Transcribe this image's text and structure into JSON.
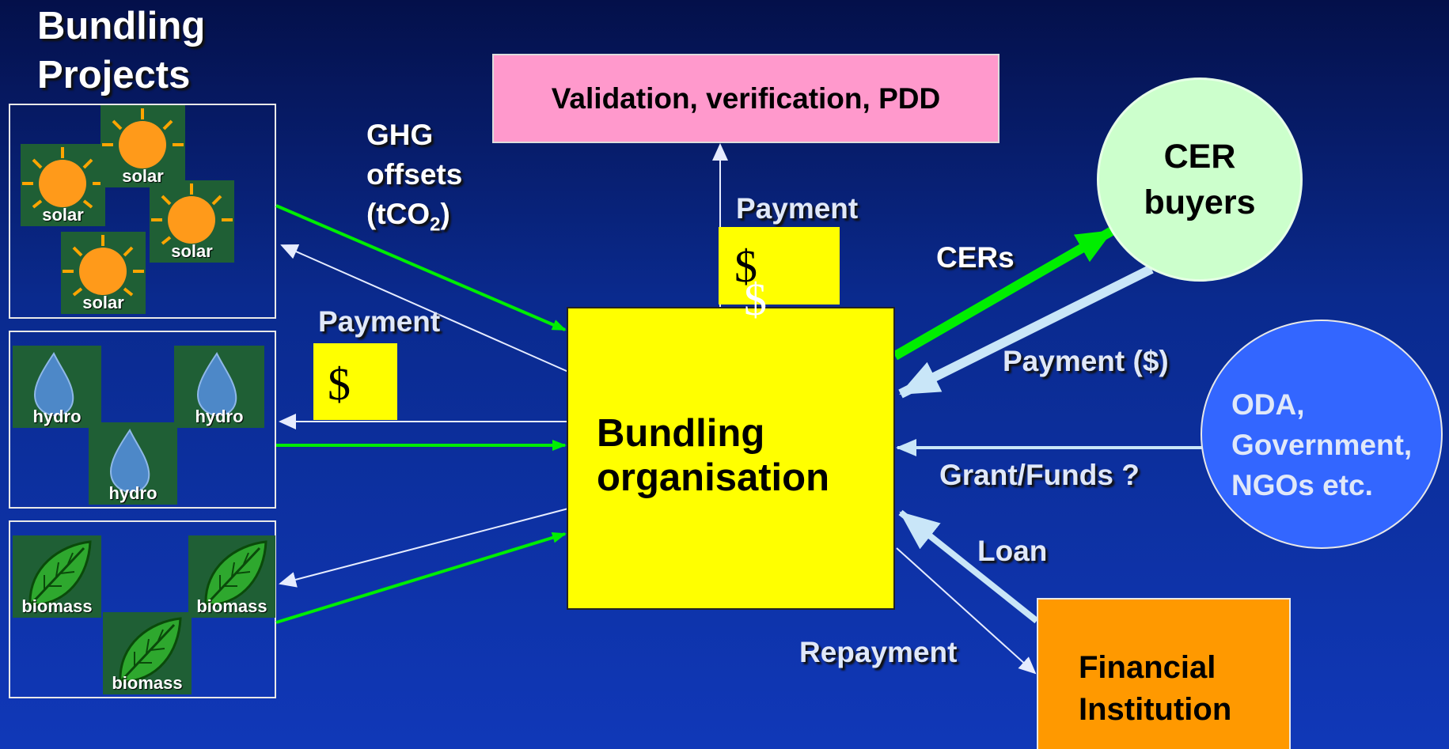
{
  "title": {
    "line1": "Bundling",
    "line2": "Projects"
  },
  "projects": {
    "solar_label": "solar",
    "hydro_label": "hydro",
    "biomass_label": "biomass"
  },
  "validation_box": {
    "label": "Validation, verification, PDD"
  },
  "center_box": {
    "line1": "Bundling",
    "line2": "organisation"
  },
  "cer_buyers": {
    "line1": "CER",
    "line2": "buyers"
  },
  "oda": {
    "line1": "ODA,",
    "line2": "Government,",
    "line3": "NGOs etc."
  },
  "financial": {
    "line1": "Financial",
    "line2": "Institution"
  },
  "labels": {
    "ghg_line1": "GHG",
    "ghg_line2": "offsets",
    "ghg_line3_pre": "(tCO",
    "ghg_sub": "2",
    "ghg_line3_post": ")",
    "payment_left": "Payment",
    "payment_top": "Payment",
    "cers": "CERs",
    "payment_dollar": "Payment ($)",
    "grant": "Grant/Funds ?",
    "loan": "Loan",
    "repayment": "Repayment"
  },
  "dollar_sign": "$",
  "colors": {
    "green_arrow": "#00ee00",
    "white_arrow": "#e6ecff",
    "light_arrow": "#c9e6f8",
    "yellow": "#ffff00",
    "pink": "#ff99cc",
    "mint": "#ccffcc",
    "blue_circle": "#3366ff",
    "orange": "#ff9900"
  }
}
